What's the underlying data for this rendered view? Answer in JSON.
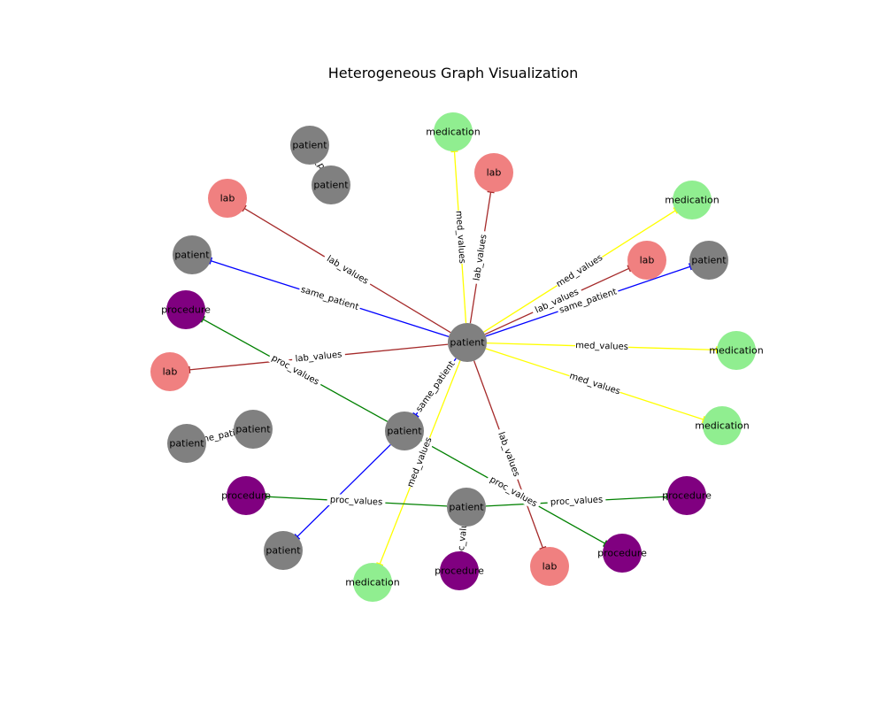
{
  "title": "Heterogeneous Graph Visualization",
  "colors": {
    "patient": "#808080",
    "lab": "#f08080",
    "medication": "#90ee90",
    "procedure": "#800080",
    "edge_lab_values": "#a52a2a",
    "edge_med_values": "#ffff00",
    "edge_proc_values": "#008000",
    "edge_same_patient": "#0000ff"
  },
  "nodes": [
    {
      "id": "p_hub",
      "type": "patient",
      "label": "patient"
    },
    {
      "id": "p_mid",
      "type": "patient",
      "label": "patient"
    },
    {
      "id": "p_low",
      "type": "patient",
      "label": "patient"
    },
    {
      "id": "p_tl1",
      "type": "patient",
      "label": "patient"
    },
    {
      "id": "p_tl2",
      "type": "patient",
      "label": "patient"
    },
    {
      "id": "p_left",
      "type": "patient",
      "label": "patient"
    },
    {
      "id": "p_right",
      "type": "patient",
      "label": "patient"
    },
    {
      "id": "p_bl1",
      "type": "patient",
      "label": "patient"
    },
    {
      "id": "p_bl2",
      "type": "patient",
      "label": "patient"
    },
    {
      "id": "p_bot",
      "type": "patient",
      "label": "patient"
    },
    {
      "id": "l_tl",
      "type": "lab",
      "label": "lab"
    },
    {
      "id": "l_top",
      "type": "lab",
      "label": "lab"
    },
    {
      "id": "l_right",
      "type": "lab",
      "label": "lab"
    },
    {
      "id": "l_left",
      "type": "lab",
      "label": "lab"
    },
    {
      "id": "l_bot",
      "type": "lab",
      "label": "lab"
    },
    {
      "id": "m_top",
      "type": "medication",
      "label": "medication"
    },
    {
      "id": "m_tr",
      "type": "medication",
      "label": "medication"
    },
    {
      "id": "m_r1",
      "type": "medication",
      "label": "medication"
    },
    {
      "id": "m_r2",
      "type": "medication",
      "label": "medication"
    },
    {
      "id": "m_bot",
      "type": "medication",
      "label": "medication"
    },
    {
      "id": "pr_left",
      "type": "procedure",
      "label": "procedure"
    },
    {
      "id": "pr_bl",
      "type": "procedure",
      "label": "procedure"
    },
    {
      "id": "pr_bot",
      "type": "procedure",
      "label": "procedure"
    },
    {
      "id": "pr_br",
      "type": "procedure",
      "label": "procedure"
    },
    {
      "id": "pr_r",
      "type": "procedure",
      "label": "procedure"
    }
  ],
  "edges": [
    {
      "source": "p_hub",
      "target": "l_tl",
      "type": "lab_values",
      "label": "lab_values"
    },
    {
      "source": "p_hub",
      "target": "l_top",
      "type": "lab_values",
      "label": "lab_values"
    },
    {
      "source": "p_hub",
      "target": "l_right",
      "type": "lab_values",
      "label": "lab_values"
    },
    {
      "source": "p_hub",
      "target": "l_left",
      "type": "lab_values",
      "label": "lab_values"
    },
    {
      "source": "p_hub",
      "target": "l_bot",
      "type": "lab_values",
      "label": "lab_values"
    },
    {
      "source": "p_hub",
      "target": "m_top",
      "type": "med_values",
      "label": "med_values"
    },
    {
      "source": "p_hub",
      "target": "m_tr",
      "type": "med_values",
      "label": "med_values"
    },
    {
      "source": "p_hub",
      "target": "m_r1",
      "type": "med_values",
      "label": "med_values"
    },
    {
      "source": "p_hub",
      "target": "m_r2",
      "type": "med_values",
      "label": "med_values"
    },
    {
      "source": "p_hub",
      "target": "m_bot",
      "type": "med_values",
      "label": "med_values"
    },
    {
      "source": "p_hub",
      "target": "p_left",
      "type": "same_patient",
      "label": "same_patient"
    },
    {
      "source": "p_hub",
      "target": "p_right",
      "type": "same_patient",
      "label": "same_patient"
    },
    {
      "source": "p_hub",
      "target": "p_mid",
      "type": "same_patient",
      "label": "same_patient"
    },
    {
      "source": "p_mid",
      "target": "p_bot",
      "type": "same_patient",
      "label": ""
    },
    {
      "source": "p_mid",
      "target": "pr_left",
      "type": "proc_values",
      "label": "proc_values"
    },
    {
      "source": "p_mid",
      "target": "pr_br",
      "type": "proc_values",
      "label": "proc_values"
    },
    {
      "source": "p_low",
      "target": "pr_bl",
      "type": "proc_values",
      "label": "proc_values"
    },
    {
      "source": "p_low",
      "target": "pr_r",
      "type": "proc_values",
      "label": "proc_values"
    },
    {
      "source": "p_low",
      "target": "pr_bot",
      "type": "proc_values",
      "label": "proc_values"
    },
    {
      "source": "p_tl1",
      "target": "p_tl2",
      "type": "same_patient",
      "label": "same_patient"
    },
    {
      "source": "p_bl1",
      "target": "p_bl2",
      "type": "same_patient",
      "label": "same_patient"
    }
  ]
}
